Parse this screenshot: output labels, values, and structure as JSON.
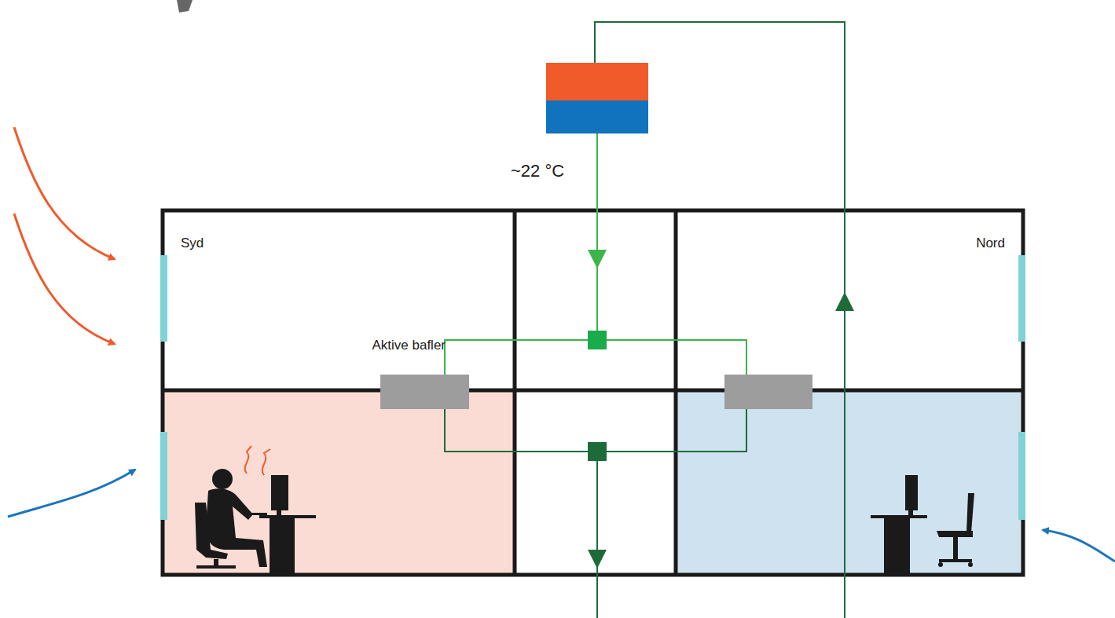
{
  "diagram": {
    "nodes": [
      {
        "text": [
          "Syd"
        ]
      },
      {
        "text": [
          "Nord"
        ]
      },
      {
        "text": [
          "Aktive bafler"
        ]
      }
    ],
    "labels": [
      "~22 °C"
    ]
  }
}
